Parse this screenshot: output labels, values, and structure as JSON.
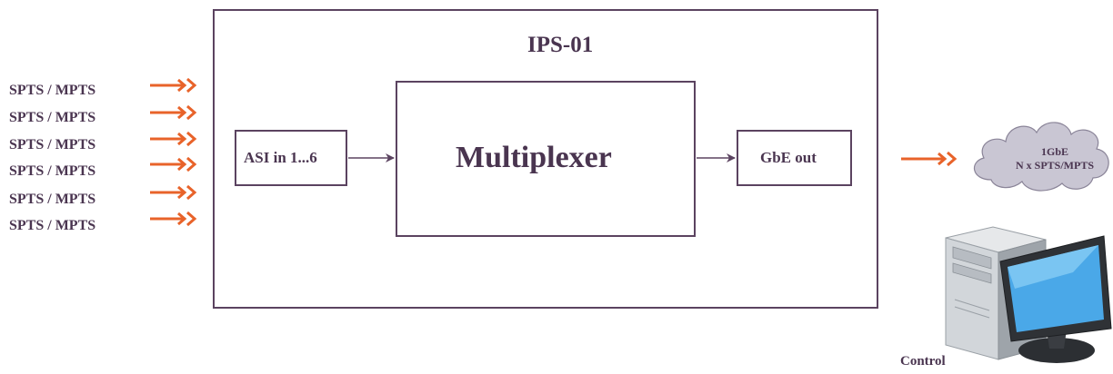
{
  "device": {
    "title": "IPS-01"
  },
  "blocks": {
    "asi_in": "ASI in 1...6",
    "multiplexer": "Multiplexer",
    "gbe_out": "GbE out"
  },
  "inputs": [
    "SPTS / MPTS",
    "SPTS / MPTS",
    "SPTS / MPTS",
    "SPTS / MPTS",
    "SPTS / MPTS",
    "SPTS / MPTS"
  ],
  "network": {
    "line1": "1GbE",
    "line2": "N x SPTS/MPTS"
  },
  "control": {
    "label": "Control"
  },
  "colors": {
    "arrow": "#e8632a",
    "line": "#5b4360",
    "text": "#4a3550",
    "cloud": "#c9c6d3"
  }
}
